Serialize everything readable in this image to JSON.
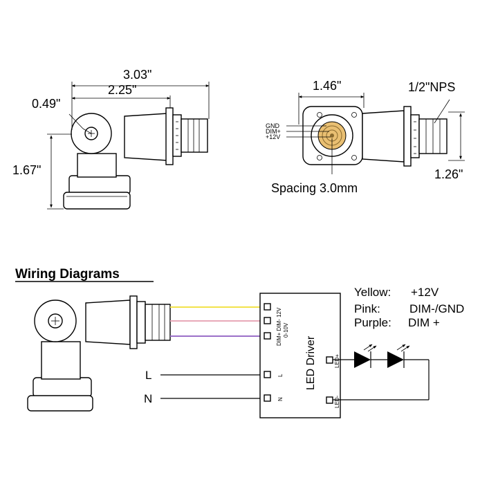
{
  "dimensions": {
    "overall_length": "3.03\"",
    "body_length": "2.25\"",
    "cap_diameter": "0.49\"",
    "height": "1.67\"",
    "front_width": "1.46\"",
    "thread": "1/2\"NPS",
    "thread_height": "1.26\"",
    "spacing": "Spacing 3.0mm"
  },
  "pin_labels": [
    "GND",
    "DIM+",
    "+12V"
  ],
  "wiring": {
    "heading": "Wiring Diagrams",
    "driver_label": "LED Driver",
    "driver_pins_top": "DIM+ DIM- 12V",
    "driver_pins_sub": "0-10V",
    "led_plus": "LED+",
    "led_minus": "LED-",
    "l_line": "L",
    "n_line": "N",
    "l_pin": "L",
    "n_pin": "N"
  },
  "legend": [
    {
      "name": "Yellow:",
      "value": "+12V",
      "color": "#f2e24a"
    },
    {
      "name": "Pink:",
      "value": "DIM-/GND",
      "color": "#e8a8b8"
    },
    {
      "name": "Purple:",
      "value": "DIM +",
      "color": "#9b6fc8"
    }
  ]
}
